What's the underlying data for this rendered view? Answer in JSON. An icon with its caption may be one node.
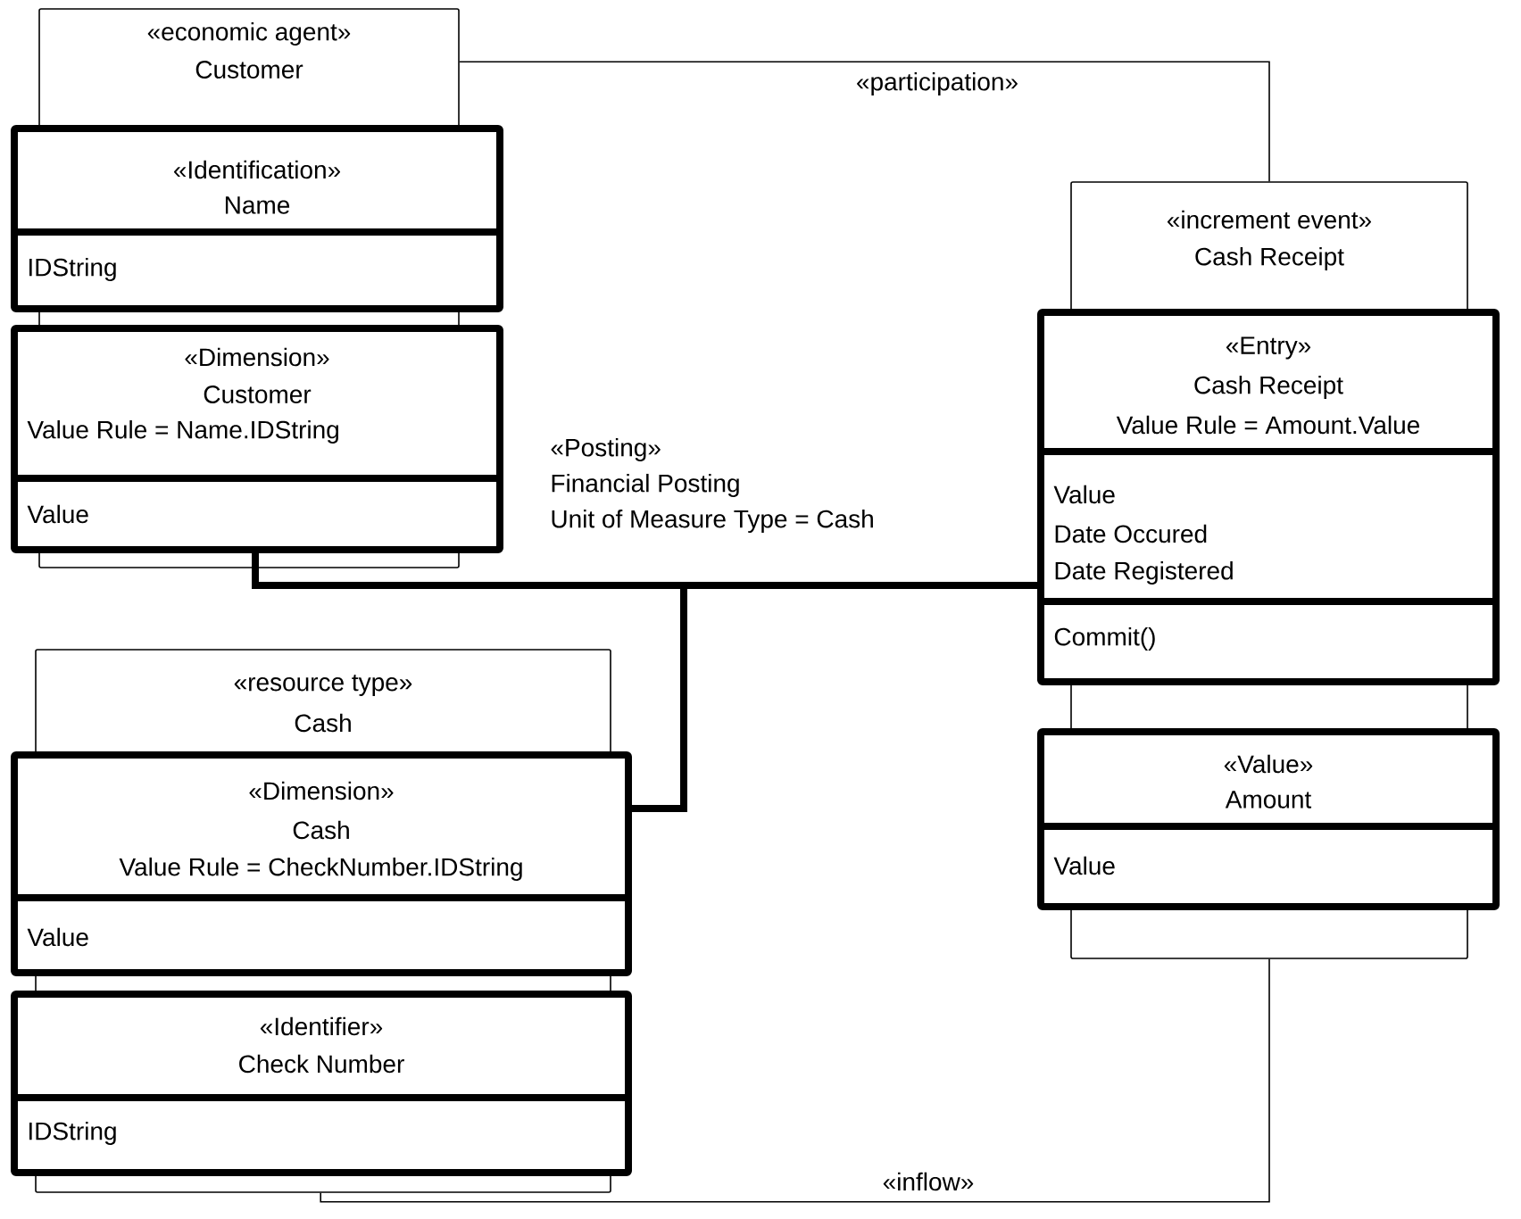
{
  "diagram": {
    "nodes": [
      {
        "text": [
          "«economic agent»",
          "Customer"
        ]
      },
      {
        "text": [
          "«Identification»",
          "Name",
          "IDString"
        ],
        "in": 0
      },
      {
        "text": [
          "«Dimension»",
          "Customer",
          "Value Rule = Name.IDString",
          "Value"
        ],
        "in": 0
      },
      {
        "text": [
          "«increment event»",
          "Cash Receipt"
        ]
      },
      {
        "text": [
          "«Entry»",
          "Cash Receipt",
          "Value Rule = Amount.Value",
          "Value",
          "Date Occured",
          "Date Registered",
          "Commit()"
        ],
        "in": 3
      },
      {
        "text": [
          "«Value»",
          "Amount",
          "Value"
        ],
        "in": 3
      },
      {
        "text": [
          "«resource type»",
          "Cash"
        ]
      },
      {
        "text": [
          "«Dimension»",
          "Cash",
          "Value Rule = CheckNumber.IDString",
          "Value"
        ],
        "in": 6
      },
      {
        "text": [
          "«Identifier»",
          "Check Number",
          "IDString"
        ],
        "in": 6
      }
    ],
    "edges": [
      {
        "from": 2,
        "to": 4,
        "arrow": "none",
        "style": "thick"
      },
      {
        "from": 7,
        "to": 4,
        "arrow": "none",
        "style": "thick"
      },
      {
        "from": 0,
        "to": 3,
        "arrow": "none",
        "label": "«participation»"
      },
      {
        "from": 6,
        "to": 3,
        "arrow": "none",
        "label": "«inflow»"
      }
    ],
    "labels": [
      "«Posting»",
      "Financial Posting",
      "Unit of Measure Type = Cash"
    ]
  }
}
